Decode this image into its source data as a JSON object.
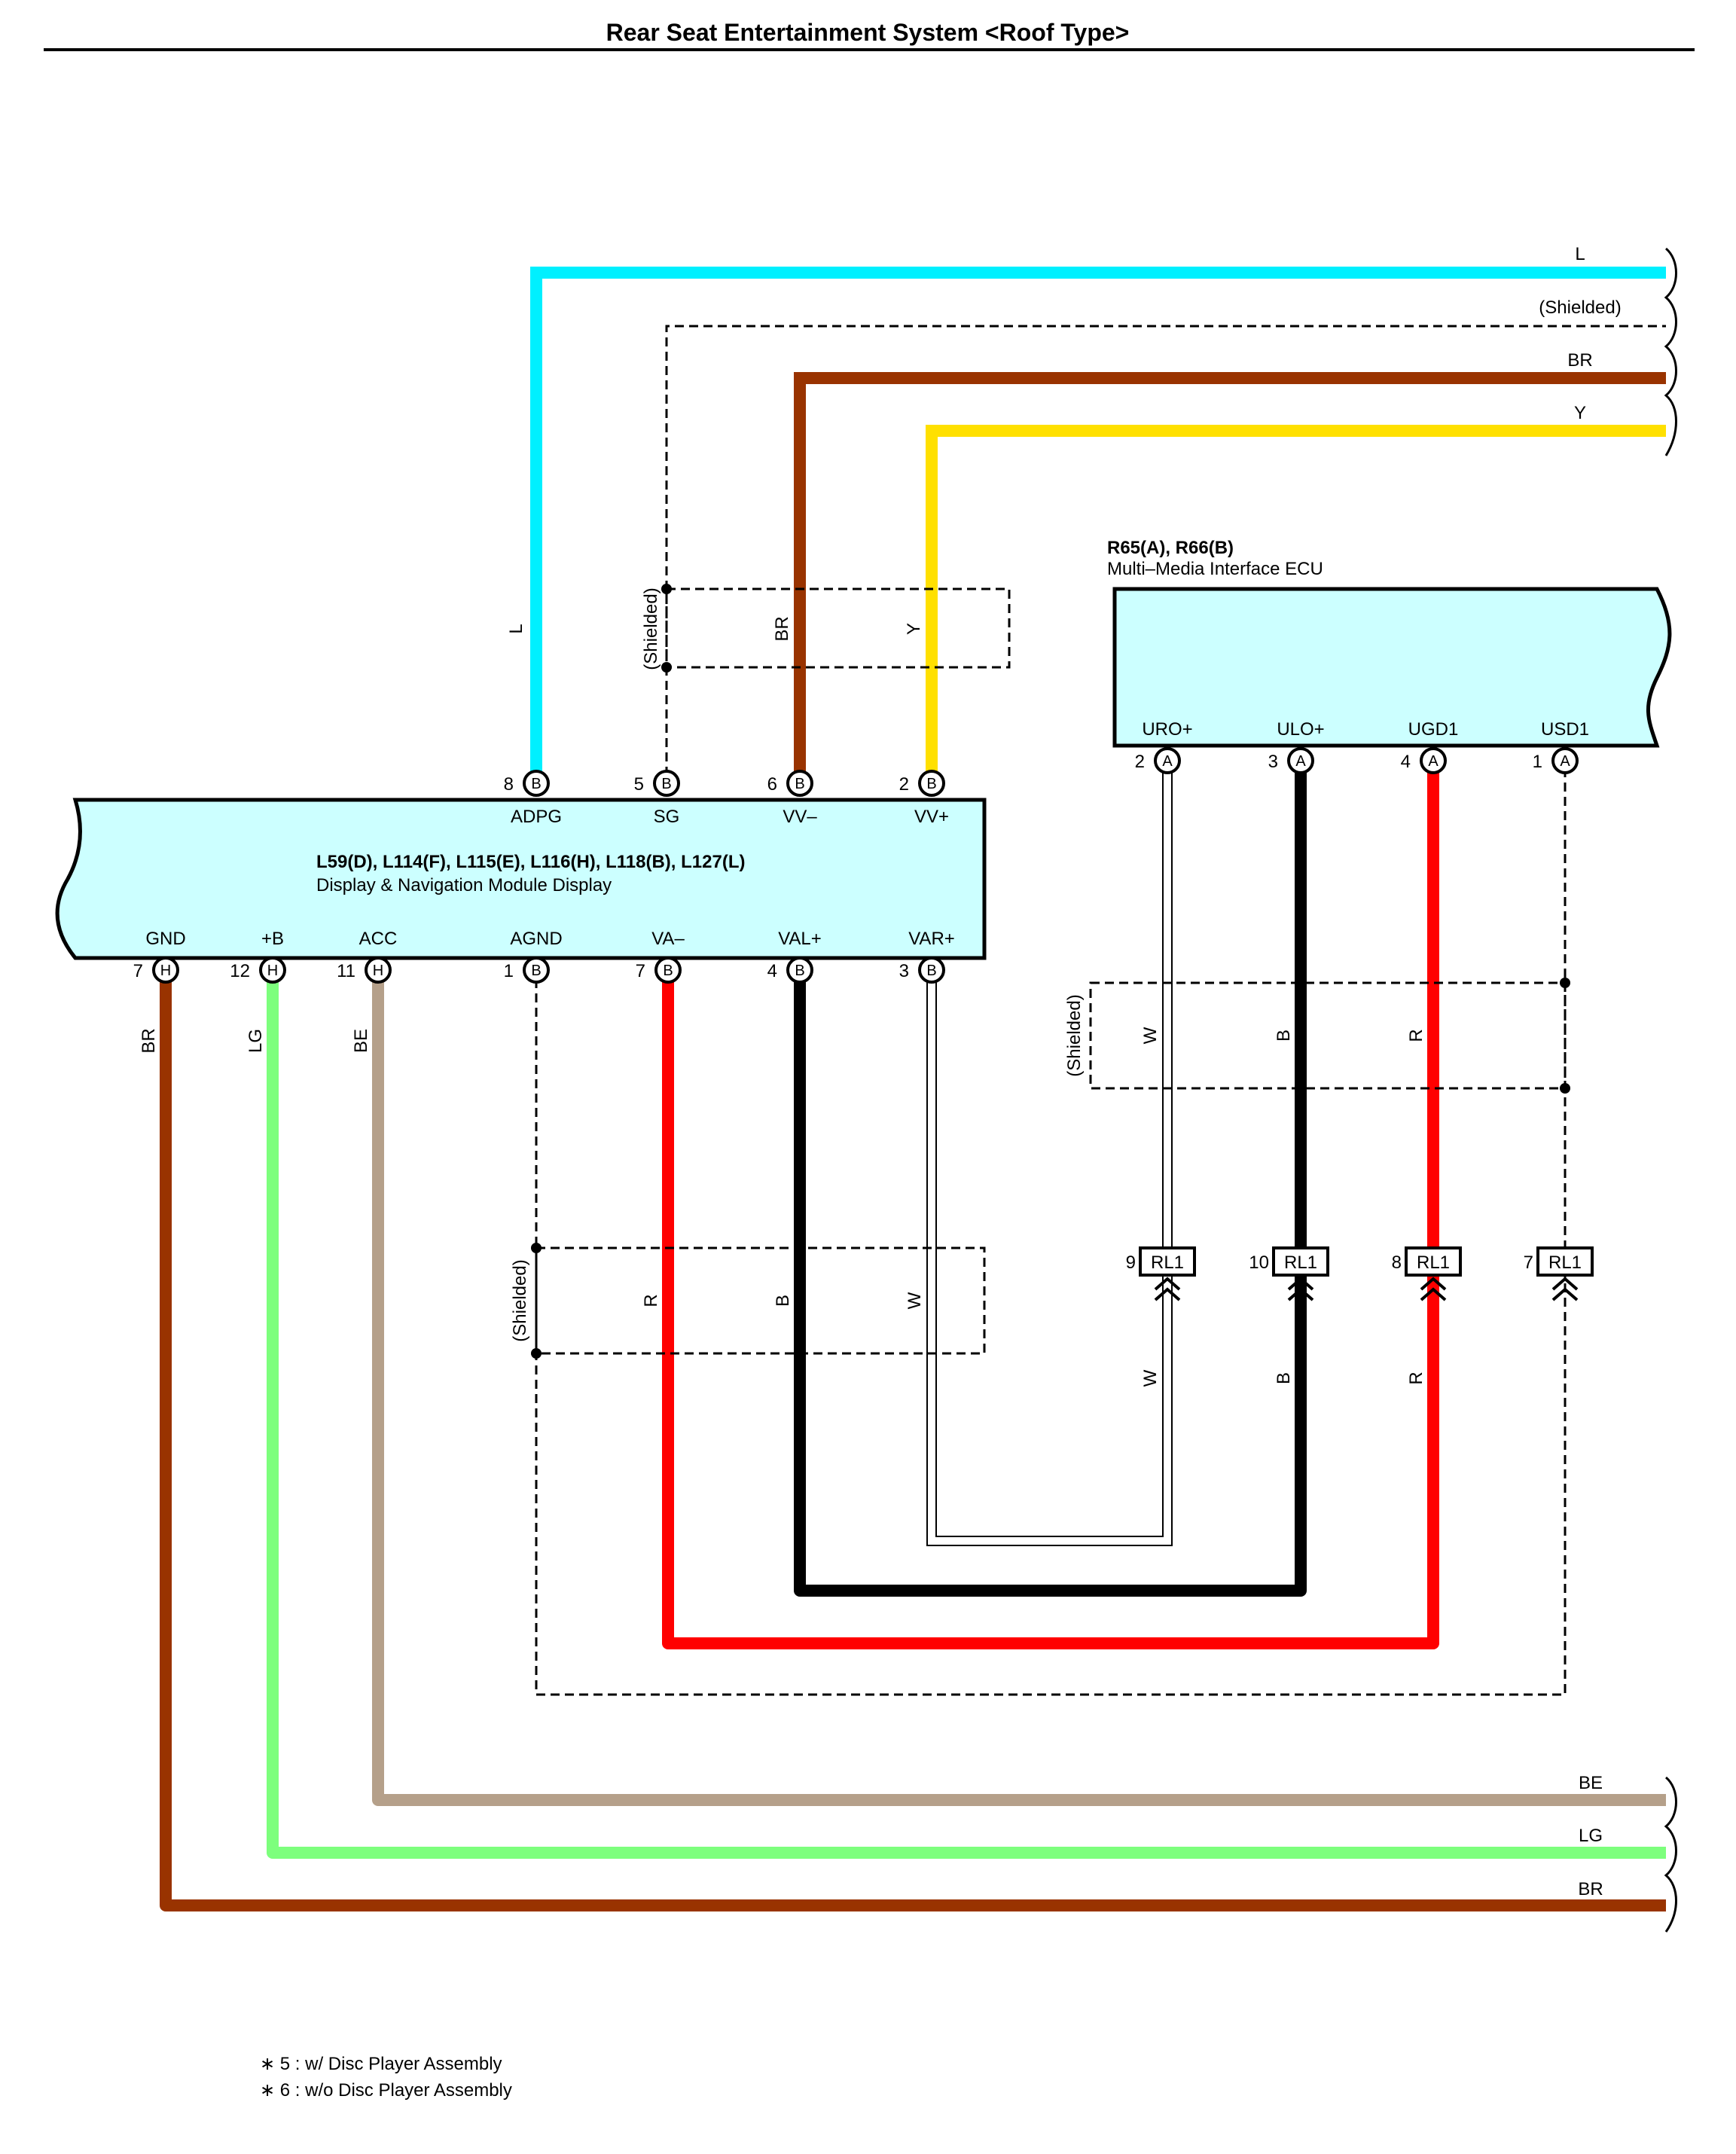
{
  "title": "Rear Seat Entertainment System <Roof Type>",
  "colors": {
    "L": "#00f0ff",
    "BR": "#993300",
    "Y": "#ffe000",
    "R": "#ff0000",
    "B": "#000000",
    "W": "#ffffff",
    "LG": "#7dff7d",
    "BE": "#b5a08a",
    "box_fill": "#ccffff"
  },
  "ecu": {
    "code": "R65(A), R66(B)",
    "name": "Multi–Media Interface ECU",
    "pins": [
      {
        "num": "2",
        "conn": "A",
        "name": "URO+"
      },
      {
        "num": "3",
        "conn": "A",
        "name": "ULO+"
      },
      {
        "num": "4",
        "conn": "A",
        "name": "UGD1"
      },
      {
        "num": "1",
        "conn": "A",
        "name": "USD1"
      }
    ]
  },
  "display": {
    "code": "L59(D), L114(F), L115(E), L116(H), L118(B), L127(L)",
    "name": "Display & Navigation Module Display",
    "top_pins": [
      {
        "num": "8",
        "conn": "B",
        "name": "ADPG"
      },
      {
        "num": "5",
        "conn": "B",
        "name": "SG"
      },
      {
        "num": "6",
        "conn": "B",
        "name": "VV–"
      },
      {
        "num": "2",
        "conn": "B",
        "name": "VV+"
      }
    ],
    "bottom_pins": [
      {
        "num": "7",
        "conn": "H",
        "name": "GND"
      },
      {
        "num": "12",
        "conn": "H",
        "name": "+B"
      },
      {
        "num": "11",
        "conn": "H",
        "name": "ACC"
      },
      {
        "num": "1",
        "conn": "B",
        "name": "AGND"
      },
      {
        "num": "7",
        "conn": "B",
        "name": "VA–"
      },
      {
        "num": "4",
        "conn": "B",
        "name": "VAL+"
      },
      {
        "num": "3",
        "conn": "B",
        "name": "VAR+"
      }
    ]
  },
  "junctions": [
    {
      "num": "9",
      "name": "RL1"
    },
    {
      "num": "10",
      "name": "RL1"
    },
    {
      "num": "8",
      "name": "RL1"
    },
    {
      "num": "7",
      "name": "RL1"
    }
  ],
  "wire_labels": {
    "shielded": "(Shielded)",
    "top_right": [
      "L",
      "(Shielded)",
      "BR",
      "Y"
    ],
    "top_vertical": [
      "L",
      "BR",
      "Y"
    ],
    "ecu_upper": [
      "W",
      "B",
      "R"
    ],
    "ecu_lower": [
      "W",
      "B",
      "R"
    ],
    "display_lower": [
      "R",
      "B",
      "W"
    ],
    "display_left": [
      "BR",
      "LG",
      "BE"
    ],
    "bottom_right": [
      "BE",
      "LG",
      "BR"
    ]
  },
  "footnotes": [
    "∗ 5 : w/ Disc Player Assembly",
    "∗ 6 : w/o Disc Player Assembly"
  ]
}
